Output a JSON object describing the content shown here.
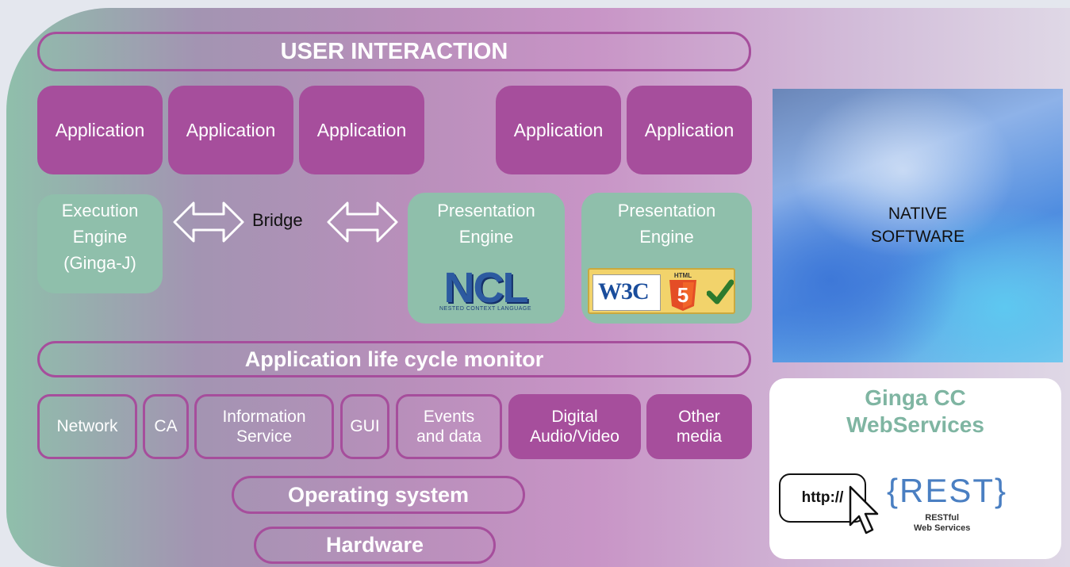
{
  "top_bar": "USER INTERACTION",
  "applications": [
    "Application",
    "Application",
    "Application",
    "Application",
    "Application"
  ],
  "execution_engine": {
    "line1": "Execution",
    "line2": "Engine",
    "line3": "(Ginga-J)"
  },
  "bridge": "Bridge",
  "presentation_engine_ncl": {
    "line1": "Presentation",
    "line2": "Engine",
    "logo_text": "NCL",
    "logo_caption": "Nested Context Language"
  },
  "presentation_engine_html": {
    "line1": "Presentation",
    "line2": "Engine",
    "logo_w3c": "W3C",
    "logo_html": "HTML",
    "logo_html_num": "5"
  },
  "lifecycle_bar": "Application life cycle monitor",
  "services": [
    {
      "line1": "Network",
      "line2": ""
    },
    {
      "line1": "CA",
      "line2": ""
    },
    {
      "line1": "Information",
      "line2": "Service"
    },
    {
      "line1": "GUI",
      "line2": ""
    },
    {
      "line1": "Events",
      "line2": "and data"
    },
    {
      "line1": "Digital",
      "line2": "Audio/Video"
    },
    {
      "line1": "Other",
      "line2": "media"
    }
  ],
  "os_bar": "Operating system",
  "hardware_bar": "Hardware",
  "native": {
    "line1": "NATIVE",
    "line2": "SOFTWARE"
  },
  "webservices": {
    "title_line1": "Ginga CC",
    "title_line2": "WebServices",
    "http": "http://",
    "rest": "{REST}",
    "rest_sub1": "RESTful",
    "rest_sub2": "Web Services"
  },
  "colors": {
    "purple": "#a64e9c",
    "teal": "#8fbfab",
    "webservices_title": "#7fb5a2"
  }
}
